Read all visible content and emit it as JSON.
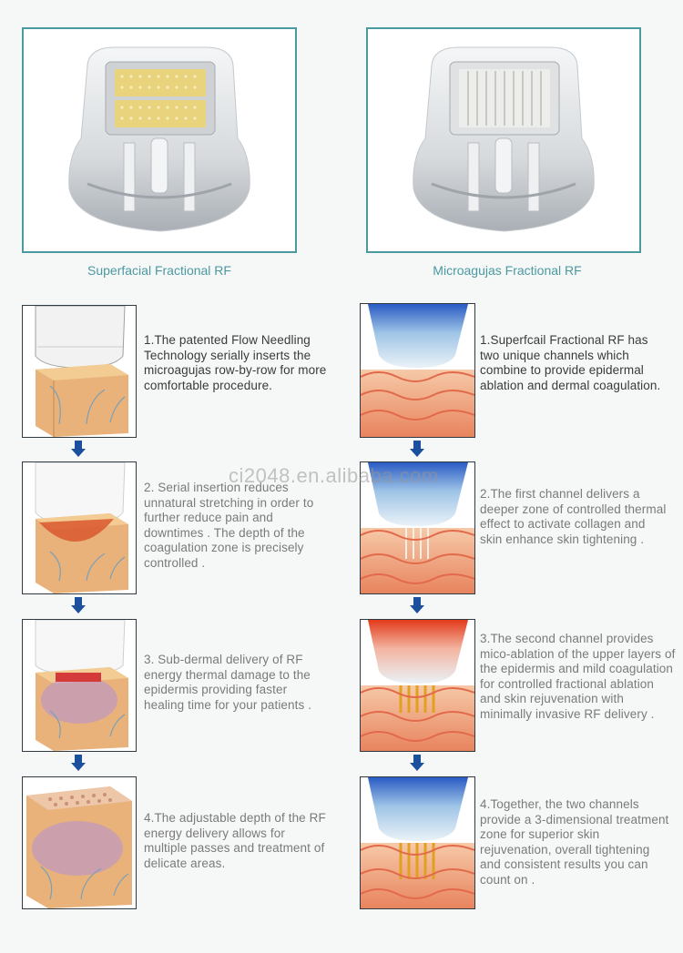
{
  "products": [
    {
      "caption": "Superfacial Fractional RF",
      "needle_color": "#e9d37c"
    },
    {
      "caption": "Microagujas Fractional RF",
      "needle_color": "#e4e4e0"
    }
  ],
  "watermark": "ci2048.en.alibaba.com",
  "left_steps": [
    "1.The patented Flow Needling Technology serially inserts the microagujas row-by-row for more comfortable procedure.",
    "2. Serial insertion reduces unnatural stretching in order to further reduce pain and downtimes . The depth of the coagulation zone is precisely controlled .",
    "3. Sub-dermal delivery of RF energy thermal damage to the epidermis providing faster healing time for your patients .",
    "4.The adjustable depth of the RF energy delivery allows for multiple passes and treatment of delicate areas."
  ],
  "right_steps": [
    "1.Superfcail Fractional RF has two unique channels which combine to provide epidermal ablation and dermal coagulation.",
    "2.The first channel delivers a deeper zone of controlled thermal effect to activate collagen and skin enhance skin tightening .",
    "3.The second channel provides mico-ablation of the upper layers of the epidermis and mild coagulation for controlled fractional ablation and skin rejuvenation with minimally invasive RF delivery .",
    "4.Together, the two channels provide a 3-dimensional treatment zone for superior skin rejuvenation, overall tightening and consistent results you can count on ."
  ],
  "colors": {
    "teal": "#4a9aa0",
    "arrow": "#1c4f9c",
    "skin": "#e8b27a",
    "dermis": "#f2b99c"
  }
}
